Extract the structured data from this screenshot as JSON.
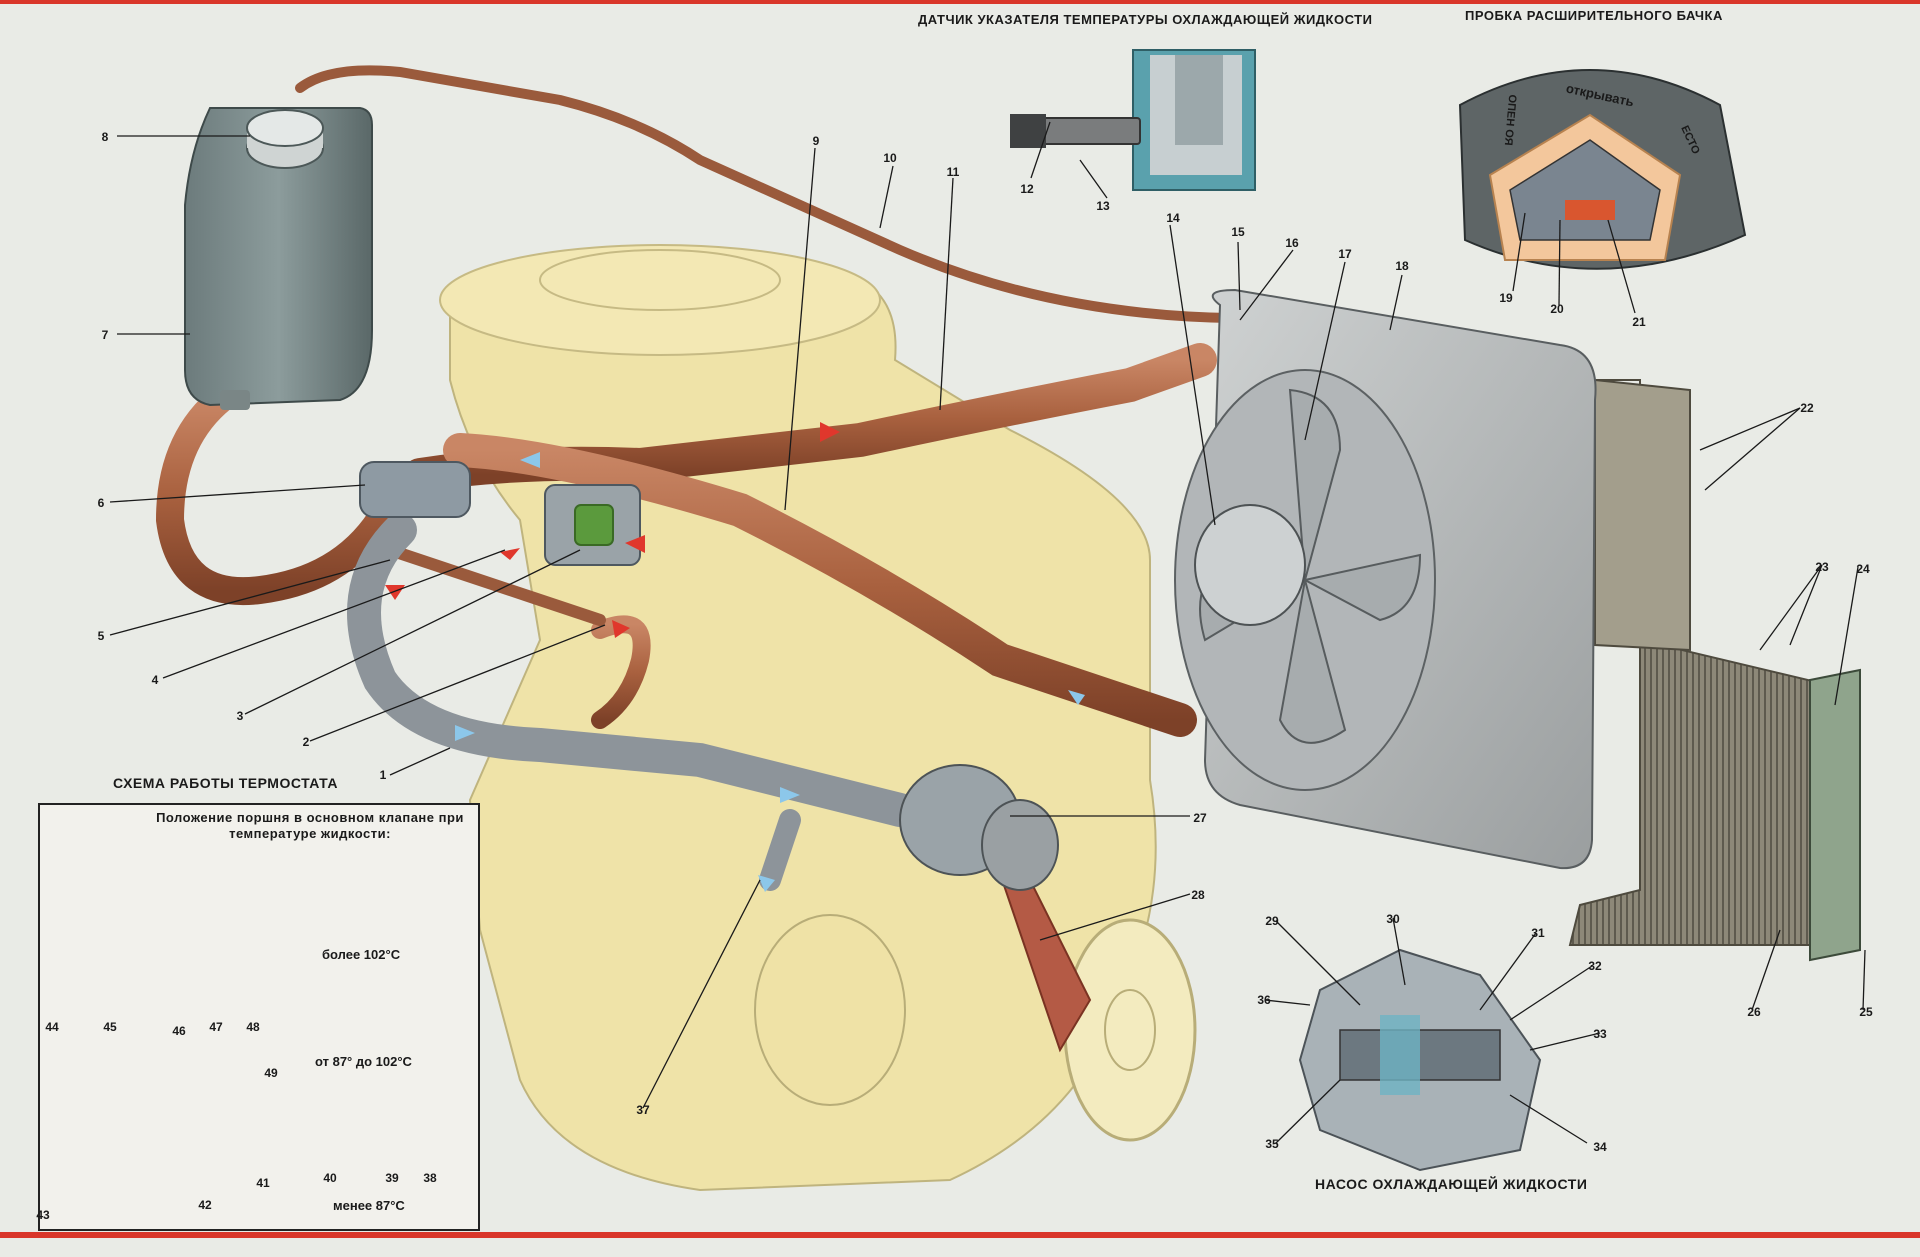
{
  "titles": {
    "temp_sensor": "ДАТЧИК УКАЗАТЕЛЯ ТЕМПЕРАТУРЫ ОХЛАЖДАЮЩЕЙ ЖИДКОСТИ",
    "expansion_cap": "ПРОБКА РАСШИРИТЕЛЬНОГО БАЧКА",
    "thermostat_scheme": "СХЕМА РАБОТЫ ТЕРМОСТАТА",
    "coolant_pump": "НАСОС ОХЛАЖДАЮЩЕЙ ЖИДКОСТИ"
  },
  "thermostat_inset": {
    "position_caption": "Положение поршня в основном клапане при температуре жидкости:",
    "temp_high": "более 102°С",
    "temp_mid": "от 87° до 102°С",
    "temp_low": "менее 87°С"
  },
  "cap_text": {
    "open": "открывать",
    "ccw": "ОПЕН ОЯ",
    "petal": "ЕСТО"
  },
  "callouts": [
    "1",
    "2",
    "3",
    "4",
    "5",
    "6",
    "7",
    "8",
    "9",
    "10",
    "11",
    "12",
    "13",
    "14",
    "15",
    "16",
    "17",
    "18",
    "19",
    "20",
    "21",
    "22",
    "23",
    "24",
    "25",
    "26",
    "27",
    "28",
    "29",
    "30",
    "31",
    "32",
    "33",
    "34",
    "35",
    "36",
    "37",
    "38",
    "39",
    "40",
    "41",
    "42",
    "43",
    "44",
    "45",
    "46",
    "47",
    "48",
    "49"
  ],
  "colors": {
    "hose_copper": "#b06a4a",
    "hose_copper_dark": "#8a4a32",
    "engine_yellow": "#efe3a8",
    "fan_shroud_gray": "#b9bcbd",
    "radiator_core": "#8a8678",
    "flow_arrow_blue": "#8cc7ea",
    "flow_arrow_red": "#e0372c",
    "thermostat_green": "#8fc35a",
    "border_red": "#d9362a"
  }
}
